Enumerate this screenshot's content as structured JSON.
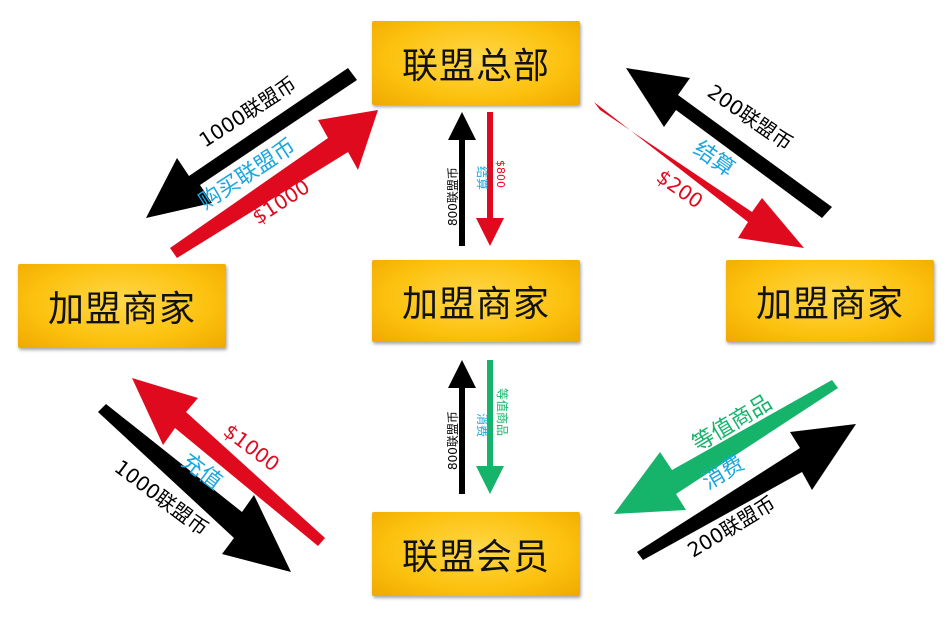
{
  "nodes": {
    "hq": "联盟总部",
    "merchant_left": "加盟商家",
    "merchant_center": "加盟商家",
    "merchant_right": "加盟商家",
    "member": "联盟会员"
  },
  "labels": {
    "tl_coins": "1000联盟币",
    "tl_action": "购买联盟币",
    "tl_money": "$1000",
    "tr_coins": "200联盟币",
    "tr_action": "结算",
    "tr_money": "$200",
    "c_top_coins": "800联盟币",
    "c_top_action": "结算",
    "c_top_money": "$800",
    "c_bot_coins": "800联盟币",
    "c_bot_action": "消费",
    "c_bot_goods": "等值商品",
    "bl_money": "$1000",
    "bl_action": "充值",
    "bl_coins": "1000联盟币",
    "br_goods": "等值商品",
    "br_action": "消费",
    "br_coins": "200联盟币"
  },
  "colors": {
    "box": "#fcc10e",
    "black": "#000000",
    "red": "#e00a1e",
    "cyan": "#1aa7e0",
    "green": "#16b36a",
    "text": "#111111"
  }
}
